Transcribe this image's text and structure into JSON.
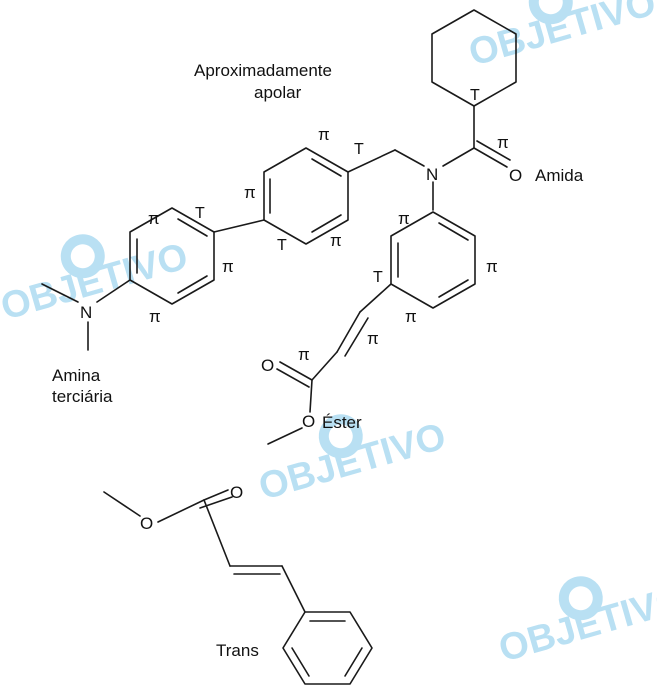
{
  "colors": {
    "ink": "#1a1a1a",
    "watermark": "#b9e0f3",
    "background": "#ffffff"
  },
  "watermark": {
    "text": "OBJETIVO"
  },
  "annotations": {
    "aproximadamente": "Aproximadamente",
    "apolar": "apolar",
    "amida": "Amida",
    "amina": "Amina",
    "terciaria": "terciária",
    "ester": "Éster",
    "trans": "Trans"
  },
  "atoms": {
    "nitrogen": "N",
    "oxygen": "O"
  },
  "markers": {
    "pi": "π",
    "tetrahedral": "T"
  }
}
